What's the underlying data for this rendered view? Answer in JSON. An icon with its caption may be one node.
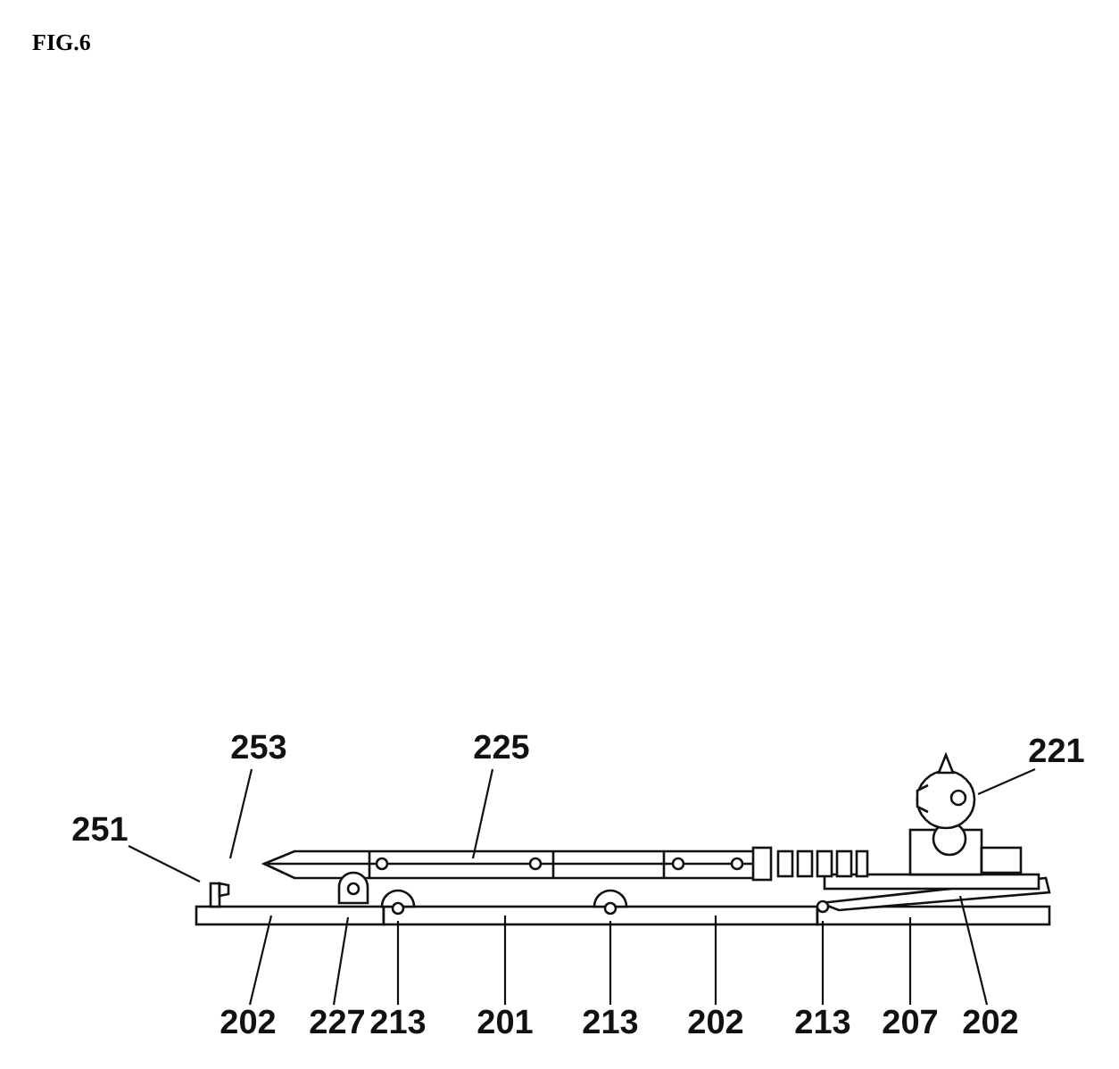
{
  "diagram": {
    "title": "FIG.6",
    "nodes": [
      {
        "text": [
          "253"
        ]
      },
      {
        "text": [
          "225"
        ]
      },
      {
        "text": [
          "221"
        ]
      },
      {
        "text": [
          "251"
        ]
      },
      {
        "text": [
          "202"
        ]
      },
      {
        "text": [
          "227"
        ]
      },
      {
        "text": [
          "213"
        ]
      },
      {
        "text": [
          "201"
        ]
      },
      {
        "text": [
          "213"
        ]
      },
      {
        "text": [
          "202"
        ]
      },
      {
        "text": [
          "213"
        ]
      },
      {
        "text": [
          "207"
        ]
      },
      {
        "text": [
          "202"
        ]
      }
    ],
    "edges": [
      {
        "from": 0,
        "to": null,
        "arrow": "none"
      },
      {
        "from": 1,
        "to": null,
        "arrow": "none"
      },
      {
        "from": 2,
        "to": null,
        "arrow": "none"
      },
      {
        "from": 3,
        "to": null,
        "arrow": "none"
      },
      {
        "from": 4,
        "to": null,
        "arrow": "none"
      },
      {
        "from": 5,
        "to": null,
        "arrow": "none"
      },
      {
        "from": 6,
        "to": null,
        "arrow": "none"
      },
      {
        "from": 7,
        "to": null,
        "arrow": "none"
      },
      {
        "from": 8,
        "to": null,
        "arrow": "none"
      },
      {
        "from": 9,
        "to": null,
        "arrow": "none"
      },
      {
        "from": 10,
        "to": null,
        "arrow": "none"
      },
      {
        "from": 11,
        "to": null,
        "arrow": "none"
      },
      {
        "from": 12,
        "to": null,
        "arrow": "none"
      }
    ]
  }
}
